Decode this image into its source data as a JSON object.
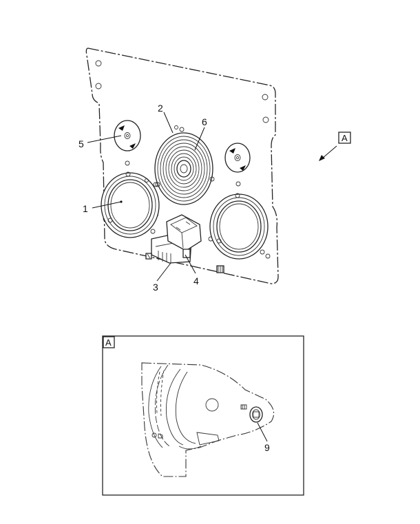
{
  "callouts": {
    "c1": "1",
    "c2": "2",
    "c3": "3",
    "c4": "4",
    "c5": "5",
    "c6": "6",
    "c9": "9"
  },
  "view_tag": "A",
  "detail_tag": "A",
  "colors": {
    "line": "#111111",
    "background": "#ffffff"
  }
}
